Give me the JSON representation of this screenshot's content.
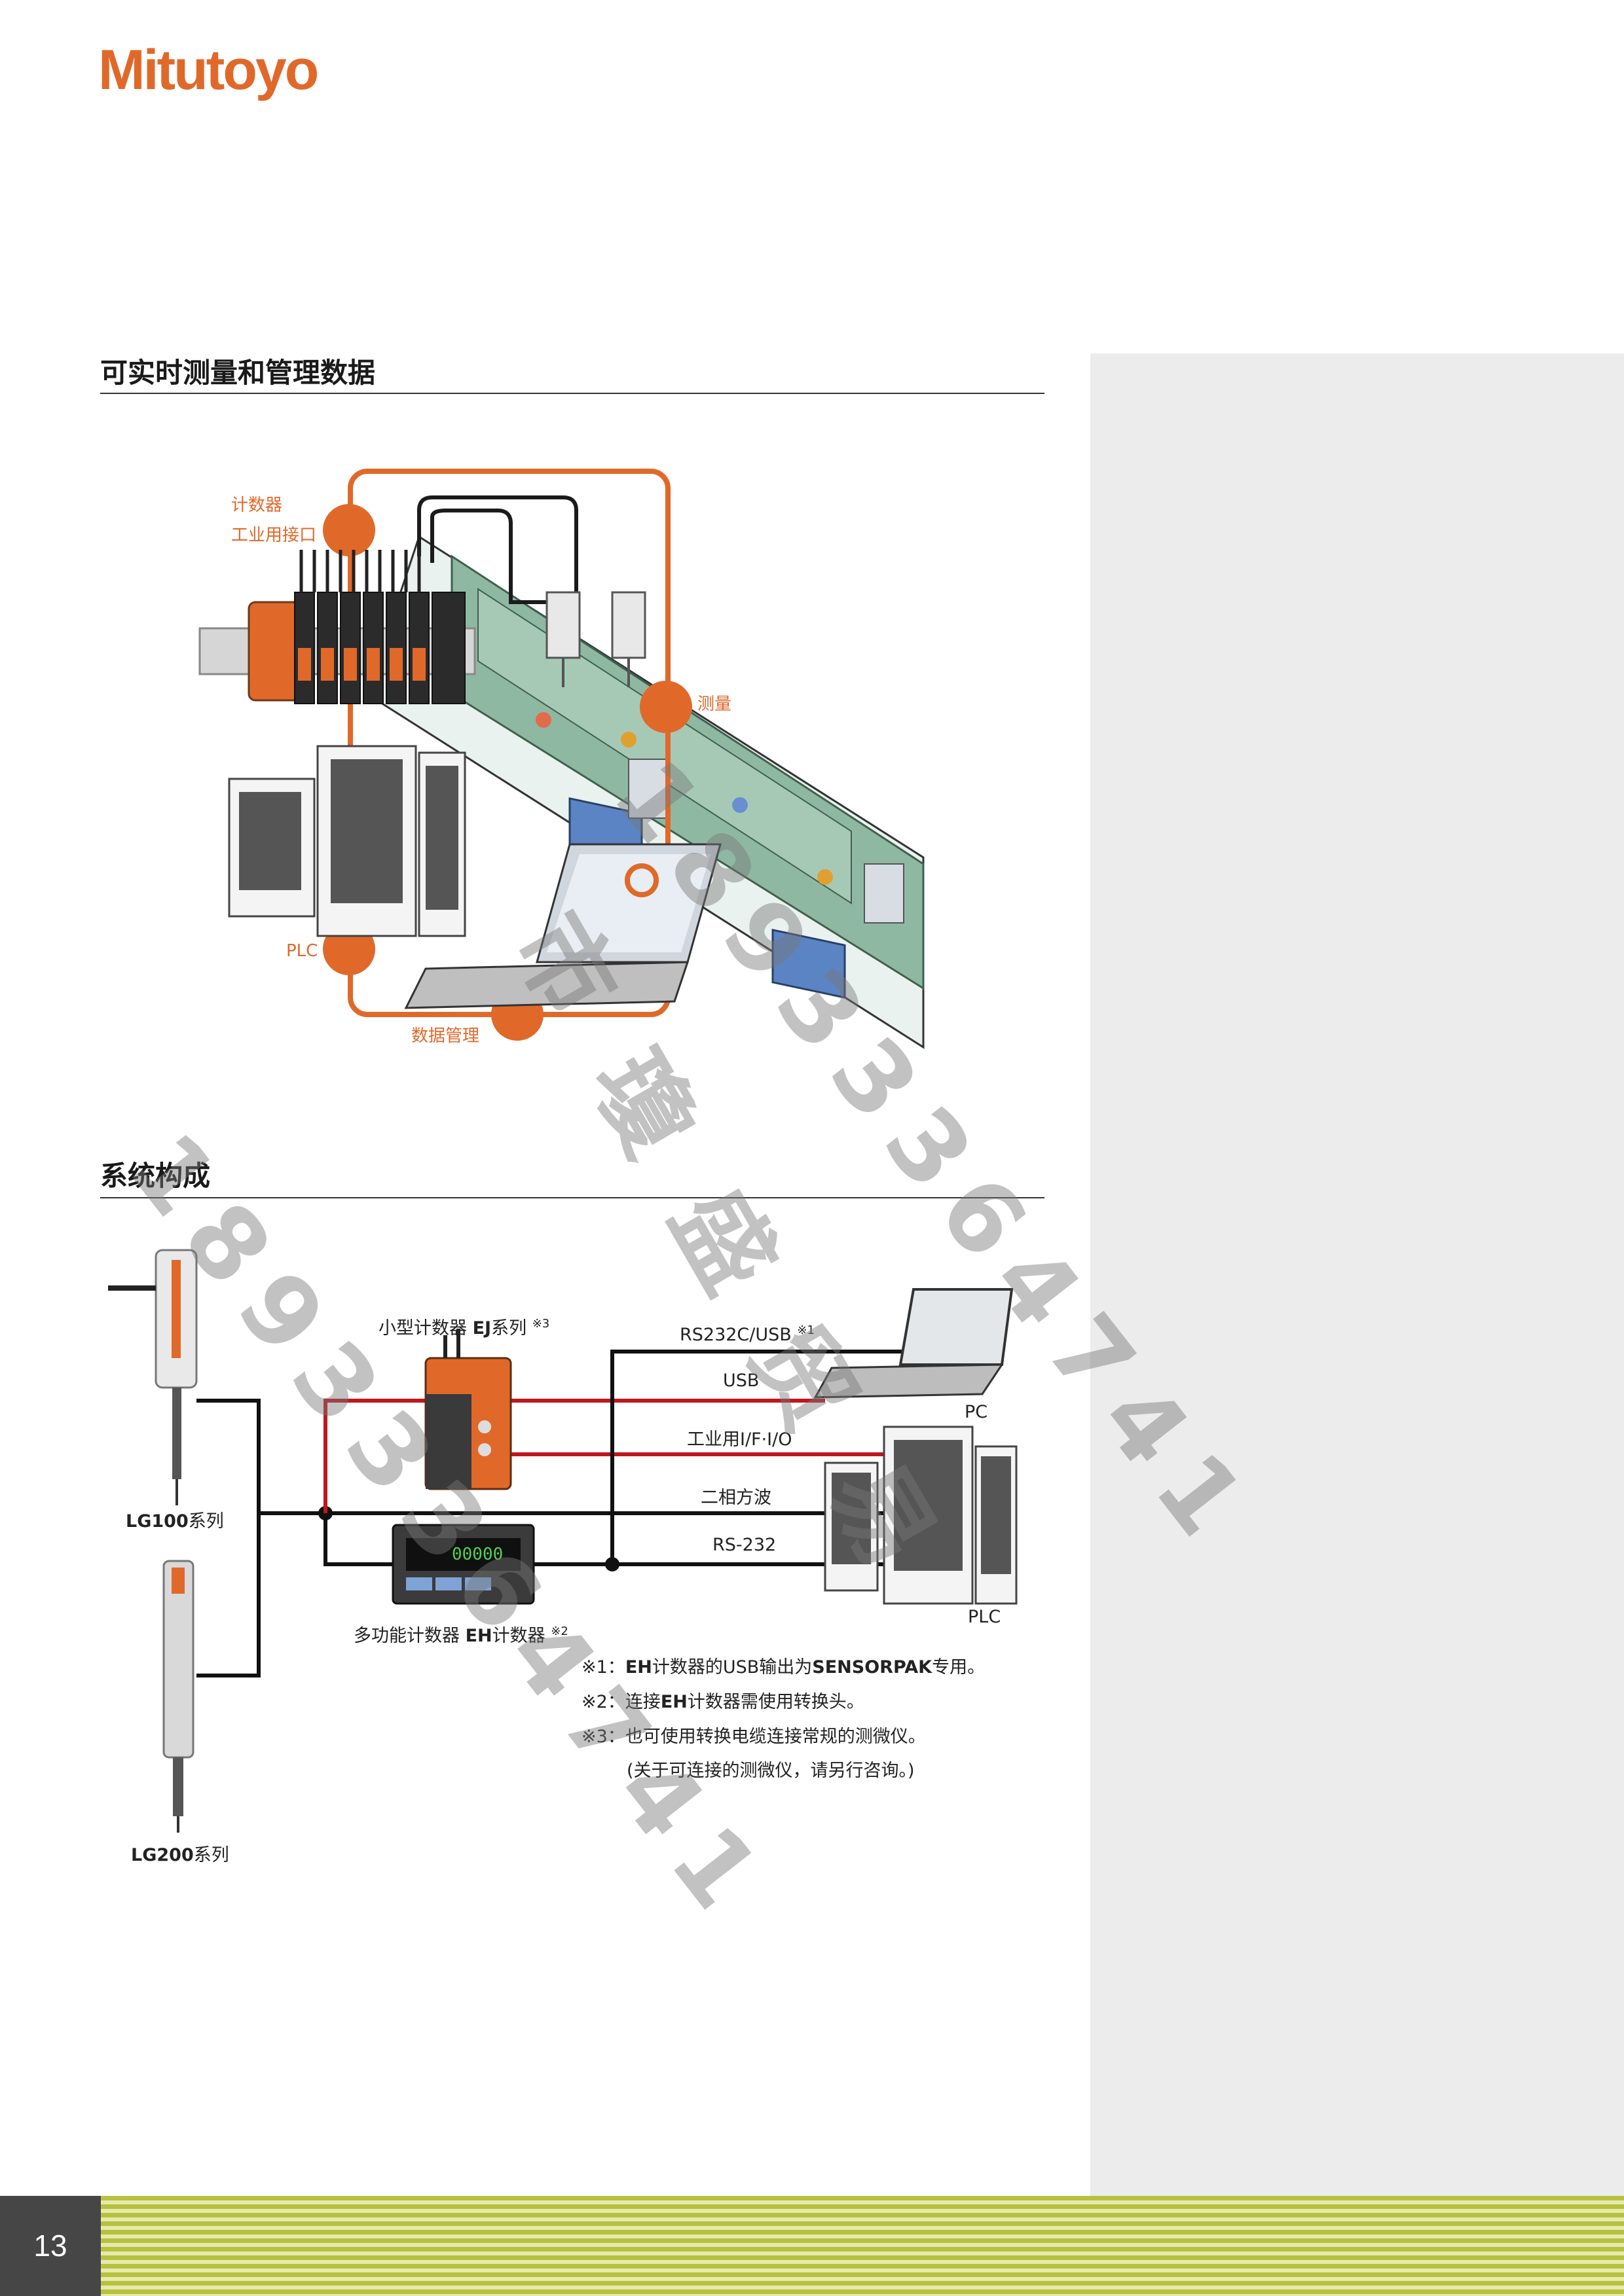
{
  "brand": {
    "logo": "Mitutoyo"
  },
  "section1": {
    "title": "可实时测量和管理数据",
    "labels": {
      "counter": "计数器",
      "industrial_if": "工业用接口",
      "measure": "测量",
      "plc": "PLC",
      "data_mgmt": "数据管理"
    }
  },
  "section2": {
    "title": "系统构成",
    "lg100": {
      "model": "LG100",
      "suffix": "系列"
    },
    "lg200": {
      "model": "LG200",
      "suffix": "系列"
    },
    "ej": {
      "pre": "小型计数器 ",
      "model": "EJ",
      "post": "系列",
      "mark": "※3"
    },
    "eh": {
      "pre": "多功能计数器 ",
      "model": "EH",
      "post": "计数器",
      "mark": "※2"
    },
    "eh_display": "00000",
    "connections": {
      "rs232c_usb": "RS232C/USB",
      "rs232c_usb_mark": "※1",
      "usb": "USB",
      "industrial_io": "工业用I/F·I/O",
      "two_phase": "二相方波",
      "rs232": "RS-232"
    },
    "pc": "PC",
    "plc": "PLC",
    "notes": [
      {
        "mark": "※1：",
        "b1": "EH",
        "t1": "计数器的USB输出为",
        "b2": "SENSORPAK",
        "t2": "专用。"
      },
      {
        "mark": "※2：",
        "t0": "连接",
        "b1": "EH",
        "t1": "计数器需使用转换头。"
      },
      {
        "mark": "※3：",
        "t1": "也可使用转换电缆连接常规的测微仪。"
      },
      {
        "t1": "(关于可连接的测微仪，请另行咨询。)"
      }
    ]
  },
  "watermark": {
    "number": "18933364741",
    "chars": "市 瓊 盛 贸 易"
  },
  "footer": {
    "page": "13"
  },
  "colors": {
    "brand_orange": "#e0692a",
    "red_line": "#c0161e",
    "footer_green": "#b6c23e"
  }
}
